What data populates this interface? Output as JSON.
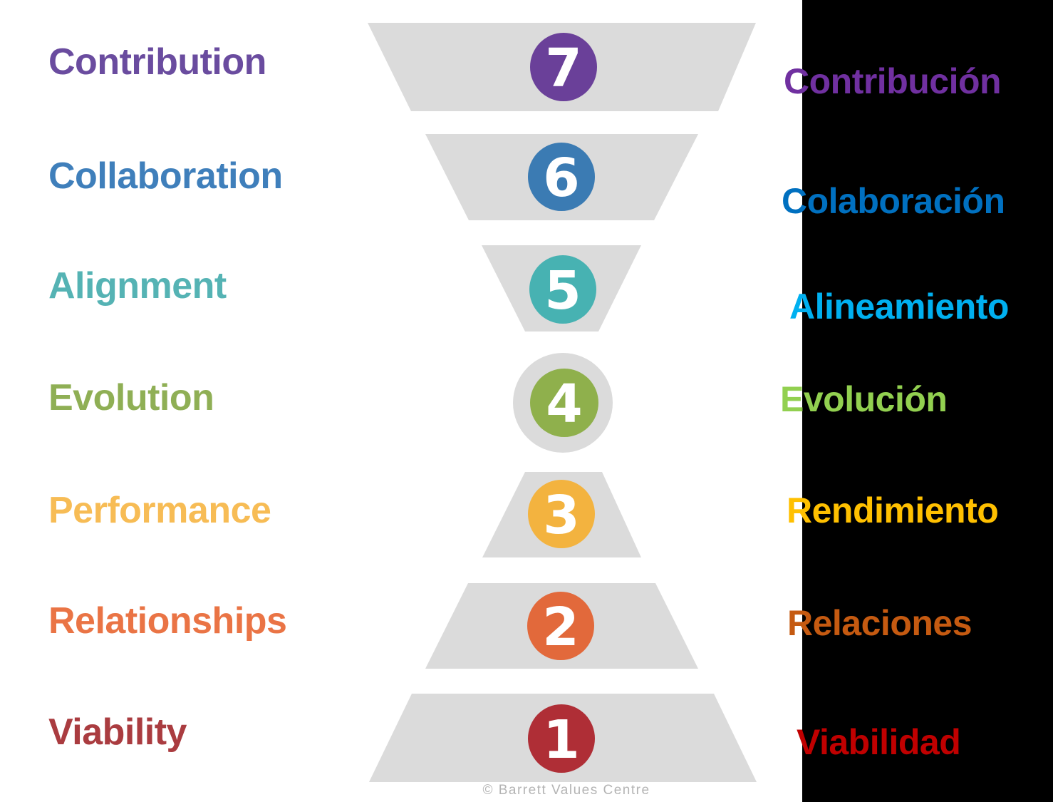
{
  "attribution": "© Barrett Values Centre",
  "attribution_color": "#B4B4B4",
  "background": {
    "left_panel": "#FFFFFF",
    "right_panel": "#000000",
    "funnel_gray": "#DBDBDB"
  },
  "levels": [
    {
      "number": "7",
      "en_label": "Contribution",
      "es_label": "Contribución",
      "circle_color": "#6A4099",
      "en_color": "#6A4C9F",
      "es_color": "#7030A0"
    },
    {
      "number": "6",
      "en_label": "Collaboration",
      "es_label": "Colaboración",
      "circle_color": "#3B7BB3",
      "en_color": "#3F7FBB",
      "es_color": "#0070C0"
    },
    {
      "number": "5",
      "en_label": "Alignment",
      "es_label": "Alineamiento",
      "circle_color": "#47B2B2",
      "en_color": "#55B3B4",
      "es_color": "#00B0F0"
    },
    {
      "number": "4",
      "en_label": "Evolution",
      "es_label": "Evolución",
      "circle_color": "#8FB04C",
      "en_color": "#8FAF55",
      "es_color": "#92D050"
    },
    {
      "number": "3",
      "en_label": "Performance",
      "es_label": "Rendimiento",
      "circle_color": "#F3B33F",
      "en_color": "#F7BC55",
      "es_color": "#FFC000"
    },
    {
      "number": "2",
      "en_label": "Relationships",
      "es_label": "Relaciones",
      "circle_color": "#E2693B",
      "en_color": "#EA7445",
      "es_color": "#C55A11"
    },
    {
      "number": "1",
      "en_label": "Viability",
      "es_label": "Viabilidad",
      "circle_color": "#AF2E36",
      "en_color": "#AA3C40",
      "es_color": "#C00000"
    }
  ]
}
